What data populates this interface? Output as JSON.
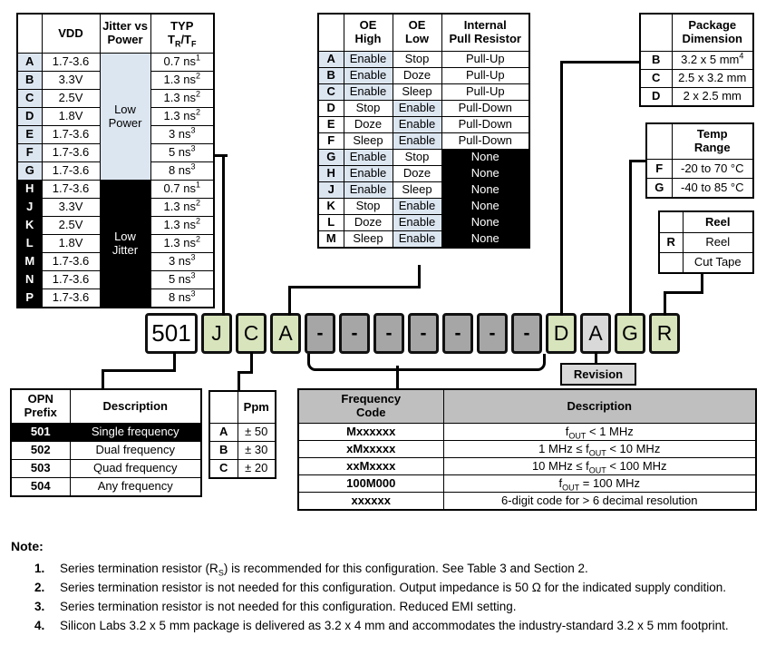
{
  "part_number": {
    "boxes": [
      {
        "char": "501",
        "type": "prefix"
      },
      {
        "char": "J",
        "type": "option"
      },
      {
        "char": "C",
        "type": "option"
      },
      {
        "char": "A",
        "type": "option"
      },
      {
        "char": "-",
        "type": "placeholder"
      },
      {
        "char": "-",
        "type": "placeholder"
      },
      {
        "char": "-",
        "type": "placeholder"
      },
      {
        "char": "-",
        "type": "placeholder"
      },
      {
        "char": "-",
        "type": "placeholder"
      },
      {
        "char": "-",
        "type": "placeholder"
      },
      {
        "char": "-",
        "type": "placeholder"
      },
      {
        "char": "D",
        "type": "option"
      },
      {
        "char": "A",
        "type": "revision"
      },
      {
        "char": "G",
        "type": "option"
      },
      {
        "char": "R",
        "type": "option"
      }
    ],
    "revision_label": "Revision"
  },
  "tables": {
    "vdd": {
      "headers": {
        "vdd": "VDD",
        "jitter1": "Jitter vs",
        "jitter2": "Power",
        "typ1": "TYP",
        "typ_t1": "T",
        "typ_s1": "R",
        "typ_t2": "/T",
        "typ_s2": "F"
      },
      "groups": [
        {
          "l1": "Low",
          "l2": "Power"
        },
        {
          "l1": "Low",
          "l2": "Jitter"
        }
      ],
      "rows": [
        {
          "letter": "A",
          "vdd": "1.7-3.6",
          "typ": "0.7 ns",
          "sup": "1"
        },
        {
          "letter": "B",
          "vdd": "3.3V",
          "typ": "1.3 ns",
          "sup": "2"
        },
        {
          "letter": "C",
          "vdd": "2.5V",
          "typ": "1.3 ns",
          "sup": "2"
        },
        {
          "letter": "D",
          "vdd": "1.8V",
          "typ": "1.3 ns",
          "sup": "2"
        },
        {
          "letter": "E",
          "vdd": "1.7-3.6",
          "typ": "3 ns",
          "sup": "3"
        },
        {
          "letter": "F",
          "vdd": "1.7-3.6",
          "typ": "5 ns",
          "sup": "3"
        },
        {
          "letter": "G",
          "vdd": "1.7-3.6",
          "typ": "8 ns",
          "sup": "3"
        },
        {
          "letter": "H",
          "vdd": "1.7-3.6",
          "typ": "0.7 ns",
          "sup": "1"
        },
        {
          "letter": "J",
          "vdd": "3.3V",
          "typ": "1.3 ns",
          "sup": "2"
        },
        {
          "letter": "K",
          "vdd": "2.5V",
          "typ": "1.3 ns",
          "sup": "2"
        },
        {
          "letter": "L",
          "vdd": "1.8V",
          "typ": "1.3 ns",
          "sup": "2"
        },
        {
          "letter": "M",
          "vdd": "1.7-3.6",
          "typ": "3 ns",
          "sup": "3"
        },
        {
          "letter": "N",
          "vdd": "1.7-3.6",
          "typ": "5 ns",
          "sup": "3"
        },
        {
          "letter": "P",
          "vdd": "1.7-3.6",
          "typ": "8 ns",
          "sup": "3"
        }
      ]
    },
    "oe": {
      "headers": {
        "high1": "OE",
        "high2": "High",
        "low1": "OE",
        "low2": "Low",
        "res1": "Internal",
        "res2": "Pull Resistor"
      },
      "rows": [
        {
          "letter": "A",
          "high": "Enable",
          "low": "Stop",
          "resistor": "Pull-Up"
        },
        {
          "letter": "B",
          "high": "Enable",
          "low": "Doze",
          "resistor": "Pull-Up"
        },
        {
          "letter": "C",
          "high": "Enable",
          "low": "Sleep",
          "resistor": "Pull-Up"
        },
        {
          "letter": "D",
          "high": "Stop",
          "low": "Enable",
          "resistor": "Pull-Down"
        },
        {
          "letter": "E",
          "high": "Doze",
          "low": "Enable",
          "resistor": "Pull-Down"
        },
        {
          "letter": "F",
          "high": "Sleep",
          "low": "Enable",
          "resistor": "Pull-Down"
        },
        {
          "letter": "G",
          "high": "Enable",
          "low": "Stop",
          "resistor": "None"
        },
        {
          "letter": "H",
          "high": "Enable",
          "low": "Doze",
          "resistor": "None"
        },
        {
          "letter": "J",
          "high": "Enable",
          "low": "Sleep",
          "resistor": "None"
        },
        {
          "letter": "K",
          "high": "Stop",
          "low": "Enable",
          "resistor": "None"
        },
        {
          "letter": "L",
          "high": "Doze",
          "low": "Enable",
          "resistor": "None"
        },
        {
          "letter": "M",
          "high": "Sleep",
          "low": "Enable",
          "resistor": "None"
        }
      ]
    },
    "package": {
      "headers": {
        "l1": "Package",
        "l2": "Dimension"
      },
      "rows": [
        {
          "letter": "B",
          "value": "3.2 x 5 mm",
          "sup": "4"
        },
        {
          "letter": "C",
          "value": "2.5 x 3.2 mm"
        },
        {
          "letter": "D",
          "value": "2 x 2.5 mm"
        }
      ]
    },
    "temp": {
      "headers": {
        "l1": "Temp",
        "l2": "Range"
      },
      "rows": [
        {
          "letter": "F",
          "value": "-20 to 70 °C"
        },
        {
          "letter": "G",
          "value": "-40 to 85 °C"
        }
      ]
    },
    "reel": {
      "headers": {
        "label": "Reel"
      },
      "rows": [
        {
          "letter": "R",
          "value": "Reel"
        },
        {
          "letter": "",
          "value": "Cut Tape"
        }
      ]
    },
    "opn": {
      "headers": {
        "l1": "OPN",
        "l2": "Prefix",
        "desc": "Description"
      },
      "rows": [
        {
          "code": "501",
          "desc": "Single frequency",
          "selected": true
        },
        {
          "code": "502",
          "desc": "Dual frequency"
        },
        {
          "code": "503",
          "desc": "Quad frequency"
        },
        {
          "code": "504",
          "desc": "Any frequency"
        }
      ]
    },
    "ppm": {
      "headers": {
        "label": "Ppm"
      },
      "rows": [
        {
          "letter": "A",
          "value": "± 50"
        },
        {
          "letter": "B",
          "value": "± 30"
        },
        {
          "letter": "C",
          "value": "± 20"
        }
      ]
    },
    "freq": {
      "headers": {
        "l1": "Frequency",
        "l2": "Code",
        "desc": "Description"
      },
      "rows": [
        {
          "code": "Mxxxxxx",
          "pre": "",
          "fsym": "f",
          "sub": "OUT",
          "post": " < 1 MHz"
        },
        {
          "code": "xMxxxxx",
          "pre": "1 MHz ≤ ",
          "fsym": "f",
          "sub": "OUT",
          "post": " < 10 MHz"
        },
        {
          "code": "xxMxxxx",
          "pre": "10 MHz ≤ ",
          "fsym": "f",
          "sub": "OUT",
          "post": " < 100 MHz"
        },
        {
          "code": "100M000",
          "pre": "",
          "fsym": "f",
          "sub": "OUT",
          "post": " = 100 MHz"
        },
        {
          "code": "xxxxxx",
          "pre": "6-digit code for > 6 decimal resolution"
        }
      ]
    }
  },
  "notes": {
    "title": "Note:",
    "items": [
      {
        "num": "1.",
        "pre": "Series termination resistor (R",
        "sub": "S",
        "post": ") is recommended for this configuration. See Table 3 and Section 2."
      },
      {
        "num": "2.",
        "pre": "Series termination resistor is not needed for this configuration. Output impedance is 50 Ω for the indicated supply condition."
      },
      {
        "num": "3.",
        "pre": "Series termination resistor is not needed for this configuration. Reduced EMI setting."
      },
      {
        "num": "4.",
        "pre": "Silicon Labs 3.2 x 5 mm package is delivered as 3.2 x 4 mm and accommodates the industry-standard 3.2 x 5 mm footprint."
      }
    ]
  },
  "colors": {
    "highlight_blue": "#dce6f1",
    "option_green": "#d8e4bc",
    "placeholder_gray": "#a6a6a6",
    "revision_gray": "#d9d9d9",
    "table_header_gray": "#bfbfbf",
    "invert_black": "#000000"
  }
}
